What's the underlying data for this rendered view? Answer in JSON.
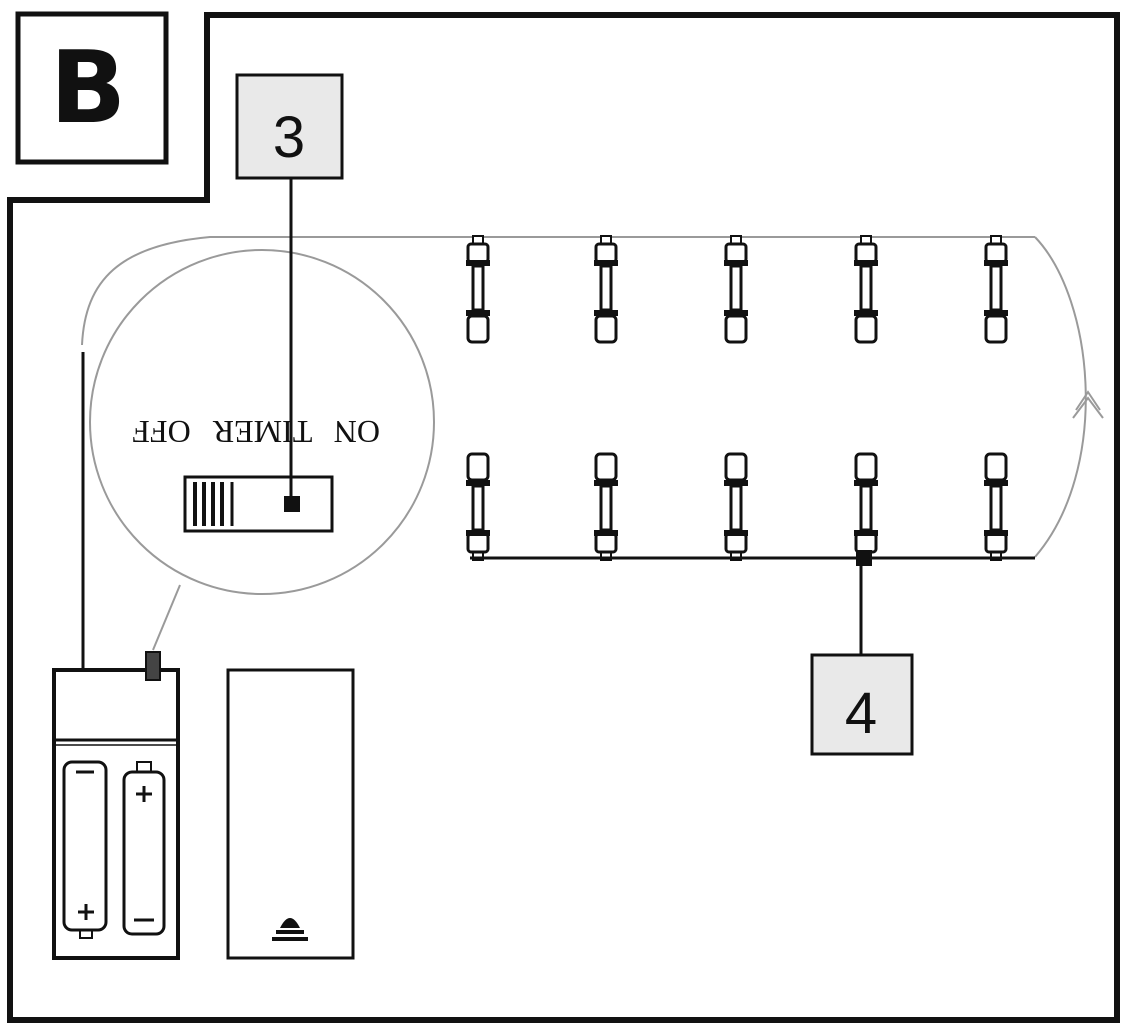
{
  "panel_label": "B",
  "callouts": [
    {
      "id": "3",
      "label": "3"
    },
    {
      "id": "4",
      "label": "4"
    }
  ],
  "switch": {
    "on_label": "ON",
    "timer_label": "TIMER",
    "off_label": "OFF"
  },
  "colors": {
    "ink": "#111111",
    "faint": "#8a8a8a",
    "callout_fill": "#e9e9e9",
    "paper": "#ffffff"
  },
  "icons": {
    "battery_pack": "battery-pack-icon",
    "cover": "battery-cover-icon",
    "led": "led-bulb-icon",
    "switch": "timer-switch-icon"
  }
}
